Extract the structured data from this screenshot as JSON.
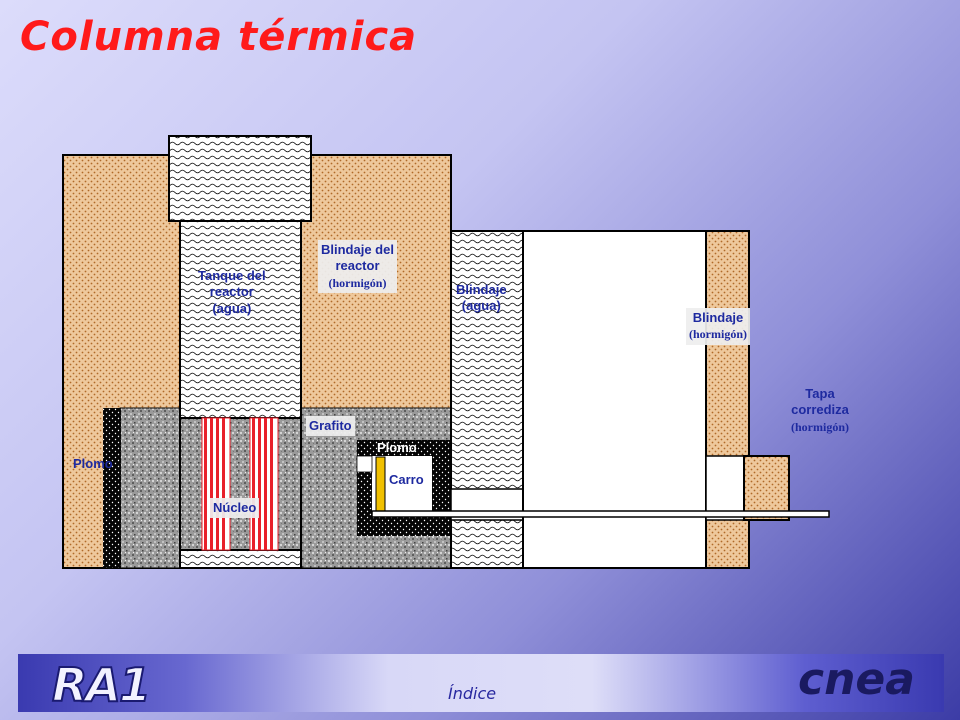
{
  "title": "Columna térmica",
  "labels": {
    "tanque": [
      "Tanque del",
      "reactor",
      "(agua)"
    ],
    "blindaje_reactor": [
      "Blindaje del",
      "reactor"
    ],
    "blindaje_reactor_sub": "(hormigón)",
    "blindaje_agua": "Blindaje",
    "blindaje_agua_sub": "(agua)",
    "blindaje_hormigon": "Blindaje",
    "blindaje_hormigon_sub": "(hormigón)",
    "tapa": [
      "Tapa",
      "corrediza"
    ],
    "tapa_sub": "(hormigón)",
    "grafito": "Grafito",
    "plomo_left": "Plomo",
    "plomo_inner": "Plomo",
    "carro": "Carro",
    "nucleo": "Núcleo"
  },
  "footer": {
    "logo": "RA1",
    "index_link": "Índice",
    "brand": "cnea"
  },
  "colors": {
    "title": "#ff1a1a",
    "label": "#1e2aa0",
    "concrete": "#e8b98a",
    "core_bars": "#e8202a",
    "carro_bar": "#f0c000"
  }
}
